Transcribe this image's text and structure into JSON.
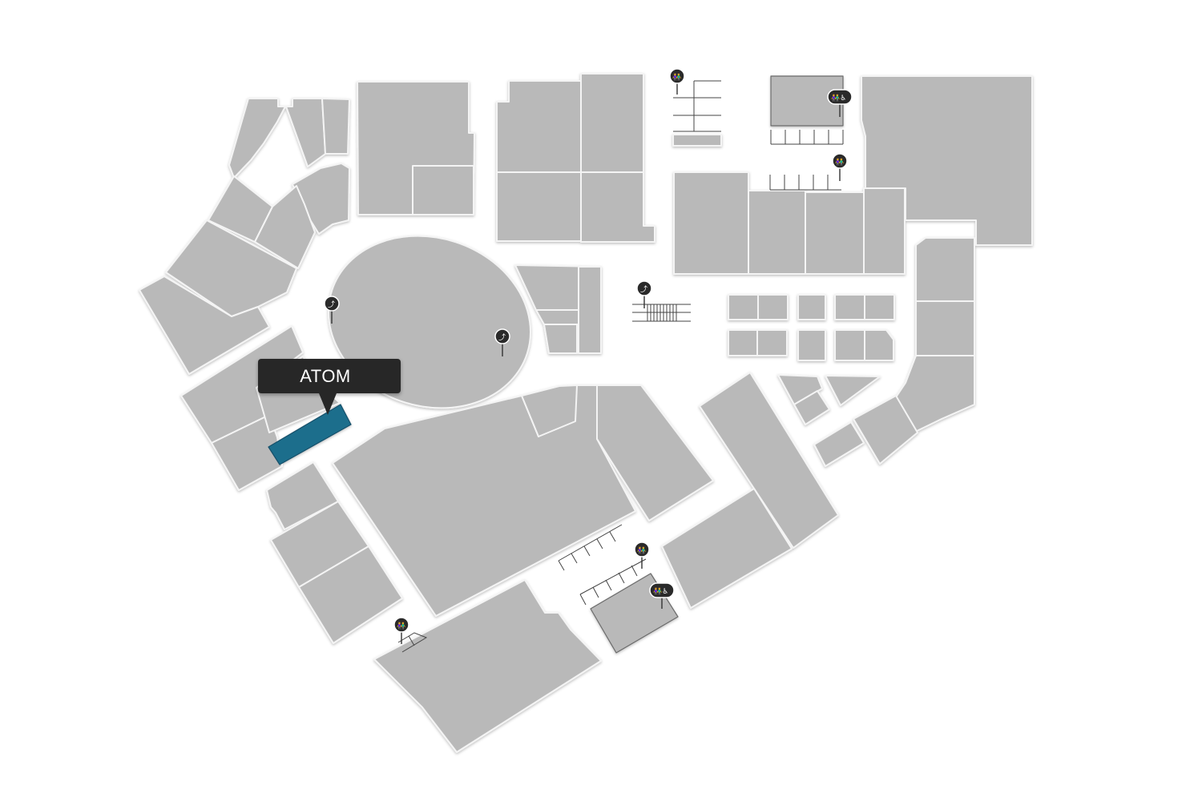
{
  "map": {
    "selected_store": {
      "name": "ATOM",
      "highlight_color": "#1f6e8c"
    },
    "unit_color": "#b9b9b9",
    "tooltip_color": "#272727",
    "amenities": [
      {
        "type": "restroom",
        "icon": "restroom-icon",
        "glyph": "👫"
      },
      {
        "type": "restroom-accessible",
        "icon": "accessible-restroom-icon",
        "glyph": "👫♿"
      },
      {
        "type": "escalator",
        "icon": "escalator-icon",
        "glyph": "⤴"
      }
    ]
  }
}
